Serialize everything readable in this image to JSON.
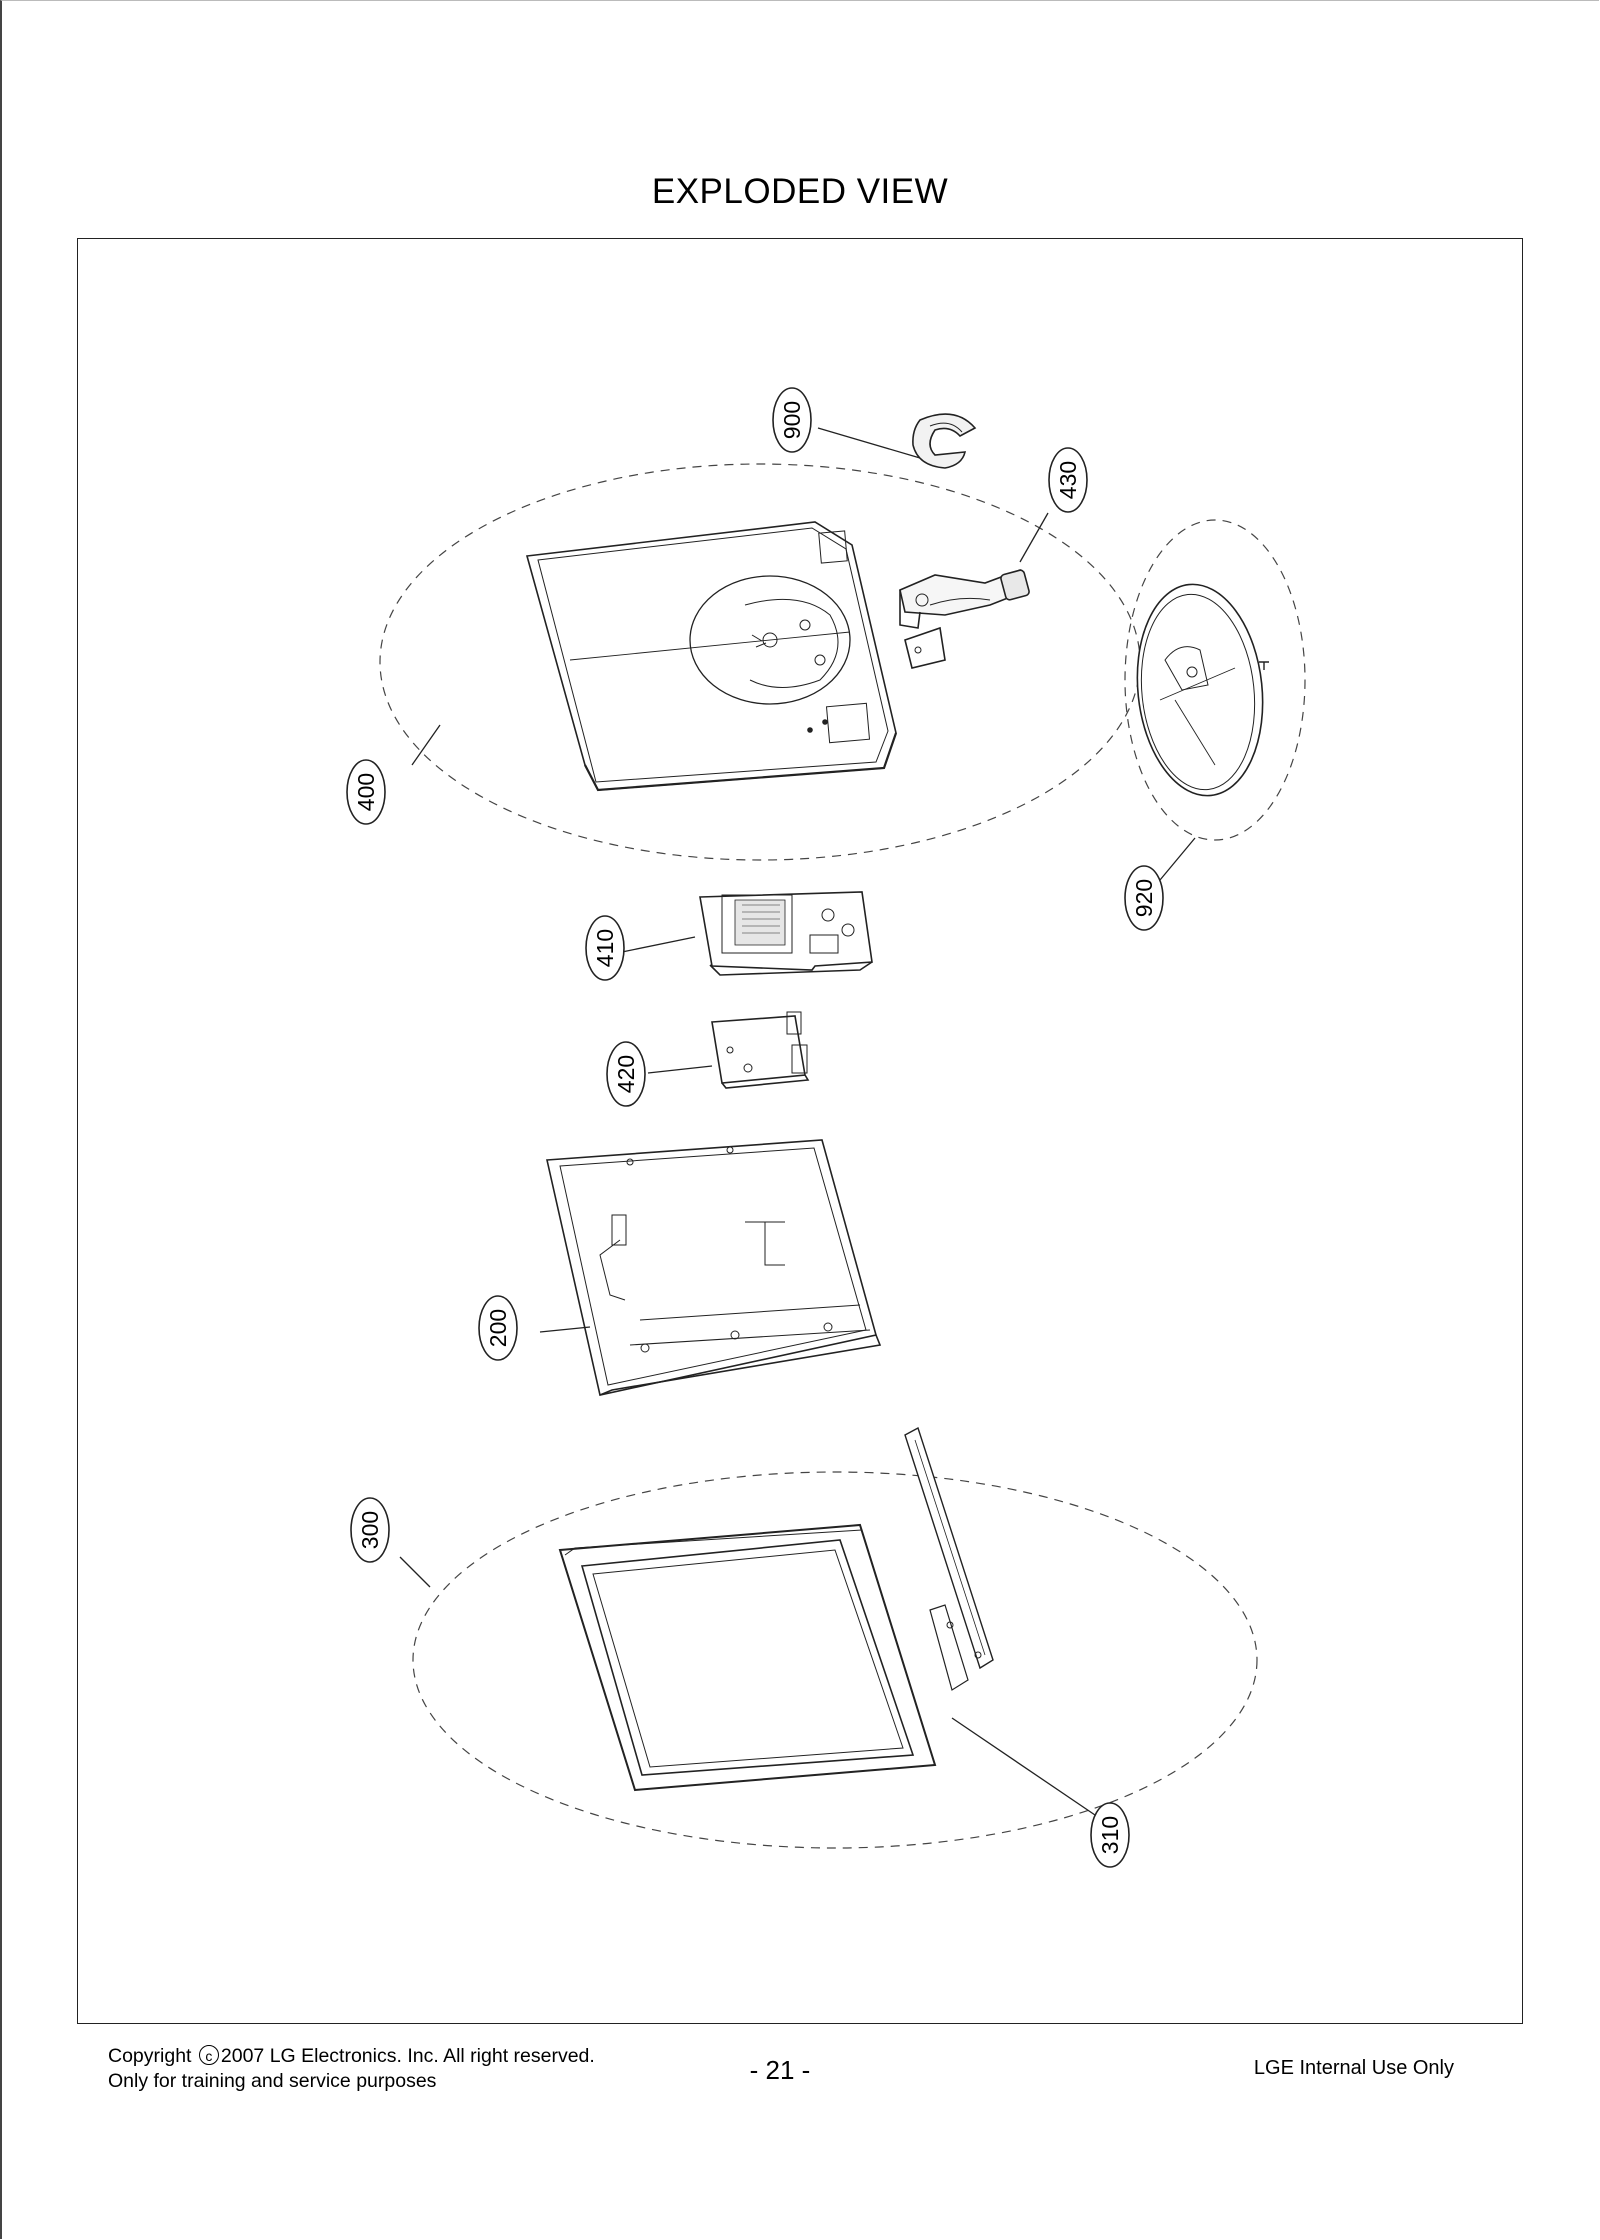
{
  "page": {
    "title": "EXPLODED VIEW",
    "footer": {
      "copyright_prefix": "Copyright",
      "copyright_symbol": "c",
      "copyright_rest": "2007 LG Electronics. Inc. All right reserved.",
      "line2": "Only for training and service purposes",
      "page_number": "- 21 -",
      "right": "LGE Internal Use Only"
    }
  },
  "callouts": [
    {
      "id": "c900",
      "label": "900"
    },
    {
      "id": "c430",
      "label": "430"
    },
    {
      "id": "c400",
      "label": "400"
    },
    {
      "id": "c920",
      "label": "920"
    },
    {
      "id": "c410",
      "label": "410"
    },
    {
      "id": "c420",
      "label": "420"
    },
    {
      "id": "c200",
      "label": "200"
    },
    {
      "id": "c300",
      "label": "300"
    },
    {
      "id": "c310",
      "label": "310"
    }
  ]
}
